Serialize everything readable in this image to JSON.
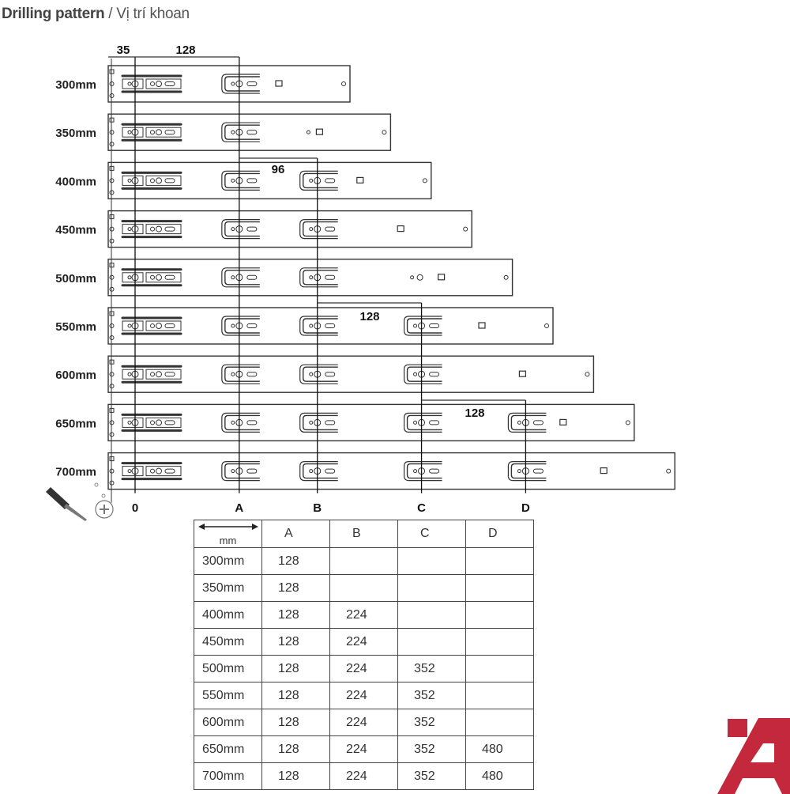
{
  "title": {
    "bold": "Drilling pattern",
    "rest": " / Vị trí khoan"
  },
  "diagram": {
    "positions_mm": {
      "0": 0,
      "A": 128,
      "B": 224,
      "C": 352,
      "D": 480
    },
    "position_labels": [
      "0",
      "A",
      "B",
      "C",
      "D"
    ],
    "dimensions": [
      {
        "label": "35",
        "from": "edge",
        "to": "0"
      },
      {
        "label": "128",
        "from": "0",
        "to": "A"
      },
      {
        "label": "96",
        "from": "A",
        "to": "B"
      },
      {
        "label": "128",
        "from": "B",
        "to": "C"
      },
      {
        "label": "128",
        "from": "C",
        "to": "D"
      }
    ],
    "rails": [
      {
        "label": "300mm",
        "length": 300,
        "holes": [
          "0",
          "A"
        ]
      },
      {
        "label": "350mm",
        "length": 350,
        "holes": [
          "0",
          "A"
        ]
      },
      {
        "label": "400mm",
        "length": 400,
        "holes": [
          "0",
          "A",
          "B"
        ]
      },
      {
        "label": "450mm",
        "length": 450,
        "holes": [
          "0",
          "A",
          "B"
        ]
      },
      {
        "label": "500mm",
        "length": 500,
        "holes": [
          "0",
          "A",
          "B"
        ]
      },
      {
        "label": "550mm",
        "length": 550,
        "holes": [
          "0",
          "A",
          "B",
          "C"
        ]
      },
      {
        "label": "600mm",
        "length": 600,
        "holes": [
          "0",
          "A",
          "B",
          "C"
        ]
      },
      {
        "label": "650mm",
        "length": 650,
        "holes": [
          "0",
          "A",
          "B",
          "C",
          "D"
        ]
      },
      {
        "label": "700mm",
        "length": 700,
        "holes": [
          "0",
          "A",
          "B",
          "C",
          "D"
        ]
      }
    ]
  },
  "table": {
    "corner_label": "mm",
    "headers": [
      "A",
      "B",
      "C",
      "D"
    ],
    "rows": [
      {
        "size": "300mm",
        "values": [
          "128",
          "",
          "",
          ""
        ]
      },
      {
        "size": "350mm",
        "values": [
          "128",
          "",
          "",
          ""
        ]
      },
      {
        "size": "400mm",
        "values": [
          "128",
          "224",
          "",
          ""
        ]
      },
      {
        "size": "450mm",
        "values": [
          "128",
          "224",
          "",
          ""
        ]
      },
      {
        "size": "500mm",
        "values": [
          "128",
          "224",
          "352",
          ""
        ]
      },
      {
        "size": "550mm",
        "values": [
          "128",
          "224",
          "352",
          ""
        ]
      },
      {
        "size": "600mm",
        "values": [
          "128",
          "224",
          "352",
          ""
        ]
      },
      {
        "size": "650mm",
        "values": [
          "128",
          "224",
          "352",
          "480"
        ]
      },
      {
        "size": "700mm",
        "values": [
          "128",
          "224",
          "352",
          "480"
        ]
      }
    ]
  },
  "colors": {
    "brand": "#c4283c",
    "line": "#333333"
  }
}
